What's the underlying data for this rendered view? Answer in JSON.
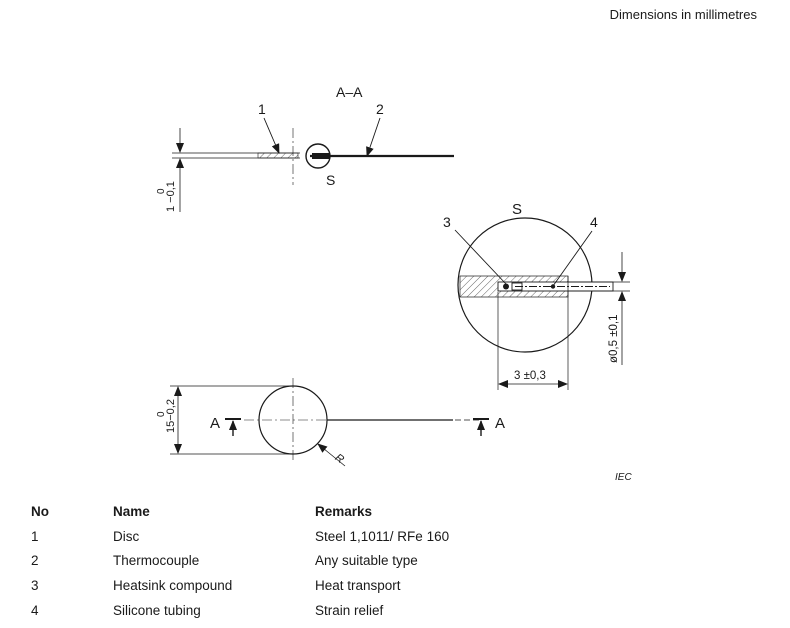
{
  "header": {
    "units_note": "Dimensions in millimetres"
  },
  "figure": {
    "section_title": "A–A",
    "detail_label": "S",
    "detail_title": "S",
    "callouts": {
      "c1": "1",
      "c2": "2",
      "c3": "3",
      "c4": "4"
    },
    "dimensions": {
      "thickness": "1 −0,1",
      "thickness_sup": "0",
      "diameter": "15−0,2",
      "diameter_sup": "0",
      "tube_diameter": "ø0,5 ±0,1",
      "insertion_length": "3 ±0,3"
    },
    "section_marks": {
      "left": "A",
      "right": "A"
    },
    "radius_label": "R",
    "source_mark": "IEC"
  },
  "table": {
    "headers": [
      "No",
      "Name",
      "Remarks"
    ],
    "rows": [
      [
        "1",
        "Disc",
        "Steel 1,1011/ RFe 160"
      ],
      [
        "2",
        "Thermocouple",
        "Any suitable type"
      ],
      [
        "3",
        "Heatsink compound",
        "Heat transport"
      ],
      [
        "4",
        "Silicone tubing",
        "Strain relief"
      ]
    ]
  }
}
